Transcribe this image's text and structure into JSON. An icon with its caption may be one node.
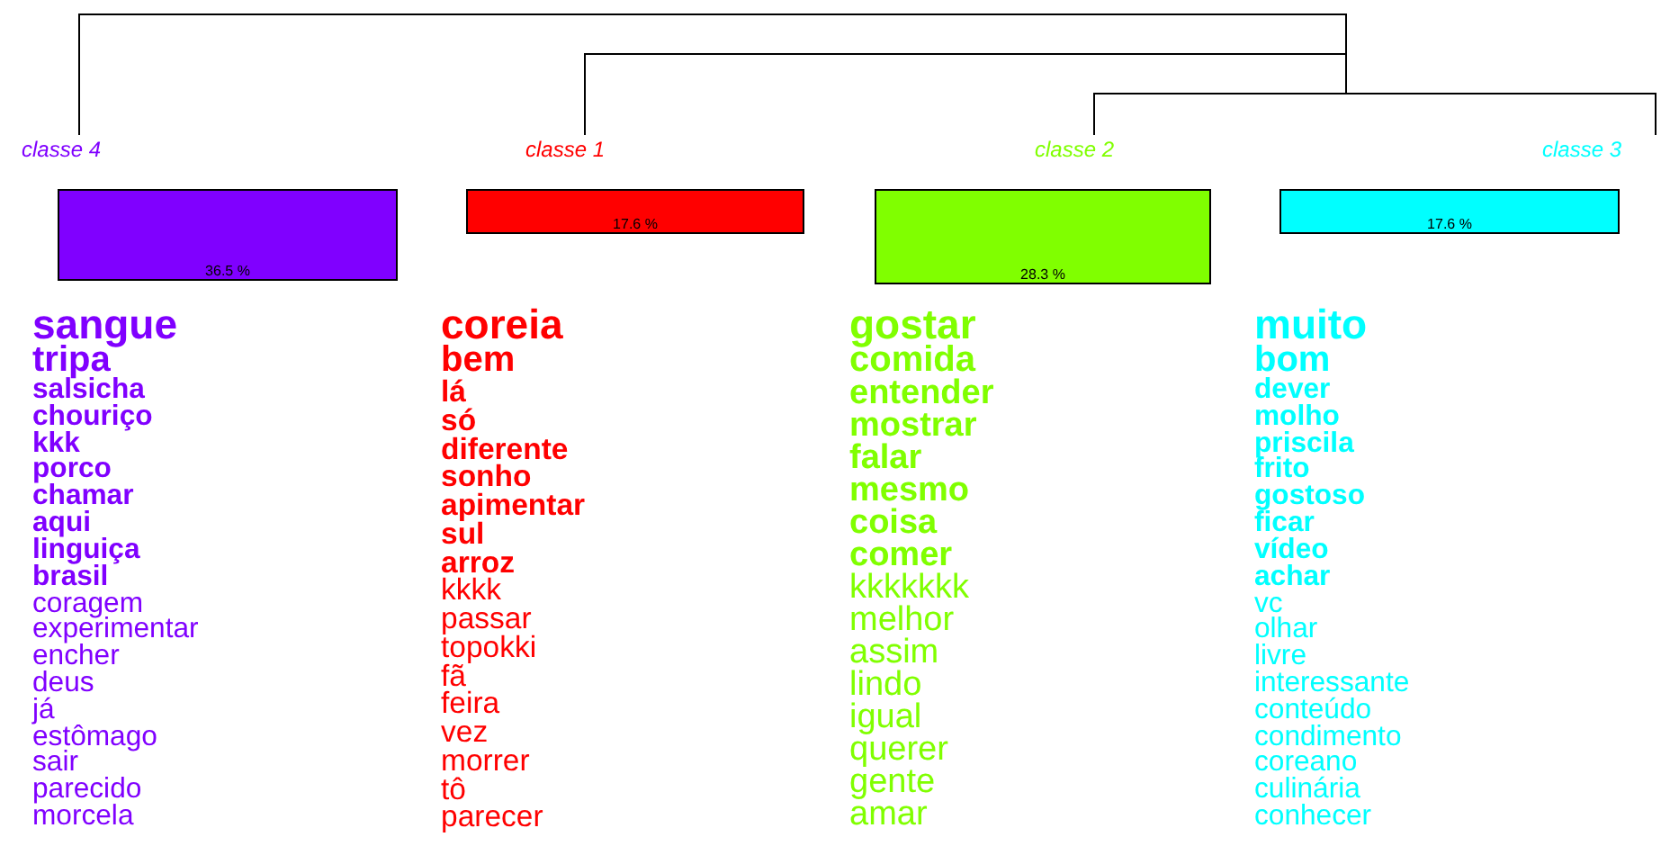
{
  "diagram": {
    "nodes": [
      {
        "text": [
          "classe 4",
          "36.5 %"
        ],
        "beside": [
          "sangue",
          "tripa",
          "salsicha",
          "chouriço",
          "kkk",
          "porco",
          "chamar",
          "aqui",
          "linguiça",
          "brasil",
          "coragem",
          "experimentar",
          "encher",
          "deus",
          "já",
          "estômago",
          "sair",
          "parecido",
          "morcela"
        ]
      },
      {
        "text": [
          "classe 1",
          "17.6 %"
        ],
        "beside": [
          "coreia",
          "bem",
          "lá",
          "só",
          "diferente",
          "sonho",
          "apimentar",
          "sul",
          "arroz",
          "kkkk",
          "passar",
          "topokki",
          "fã",
          "feira",
          "vez",
          "morrer",
          "tô",
          "parecer"
        ]
      },
      {
        "text": [
          "classe 2",
          "28.3 %"
        ],
        "beside": [
          "gostar",
          "comida",
          "entender",
          "mostrar",
          "falar",
          "mesmo",
          "coisa",
          "comer",
          "kkkkkkk",
          "melhor",
          "assim",
          "lindo",
          "igual",
          "querer",
          "gente",
          "amar"
        ]
      },
      {
        "text": [
          "classe 3",
          "17.6 %"
        ],
        "beside": [
          "muito",
          "bom",
          "dever",
          "molho",
          "priscila",
          "frito",
          "gostoso",
          "ficar",
          "vídeo",
          "achar",
          "vc",
          "olhar",
          "livre",
          "interessante",
          "conteúdo",
          "condimento",
          "coreano",
          "culinária",
          "conhecer"
        ]
      }
    ]
  }
}
